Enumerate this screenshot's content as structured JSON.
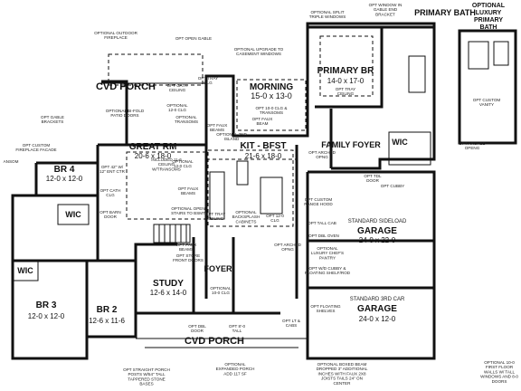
{
  "rooms": {
    "cvd_porch_top": "CVD PORCH",
    "cvd_porch_bottom": "CVD PORCH",
    "morning": {
      "name": "MORNING",
      "dim": "15-0 x 13-0"
    },
    "primary_br": {
      "name": "PRIMARY BR",
      "dim": "14-0 x 17-0"
    },
    "primary_bath": "PRIMARY BATH",
    "luxury_bath": "OPTIONAL LUXURY PRIMARY BATH",
    "great_rm": {
      "name": "GREAT RM",
      "dim": "20-6 x 18-0"
    },
    "kit_bfst": {
      "name": "KIT - BFST",
      "dim": "21-6 x 18-0"
    },
    "family_foyer": "FAMILY FOYER",
    "wic_primary": "WIC",
    "br4": {
      "name": "BR 4",
      "dim": "12-0 x 12-0"
    },
    "wic_br4": "WIC",
    "wic_left": "WIC",
    "study": {
      "name": "STUDY",
      "dim": "12-6 x 14-0"
    },
    "foyer": "FOYER",
    "br3": {
      "name": "BR 3",
      "dim": "12-0 x 12-0"
    },
    "br2": {
      "name": "BR 2",
      "dim": "12-6 x 11-6"
    },
    "garage_top": {
      "type": "STANDARD SIDELOAD",
      "name": "GARAGE",
      "dim": "24-0 x 22-0"
    },
    "garage_bottom": {
      "type": "STANDARD 3RD CAR",
      "name": "GARAGE",
      "dim": "24-0 x 12-0"
    }
  },
  "notes": {
    "outdoor_fireplace": "OPTIONAL OUTDOOR FIREPLACE",
    "opt_open_gable": "OPT OPEN GABLE",
    "opt_upgrade_casement": "OPTIONAL UPGRADE TO CASEMENT WINDOWS",
    "opt_split_triple": "OPTIONAL SPLIT TRIPLE WINDOWS",
    "opt_window_gable": "OPT WINDOW IN GABLE END BRACKET",
    "opt_tray_clg_morning": "OPT TRAY CLG",
    "opt_clg_transoms": "OPT 10-0 CLG & TRANSOMS",
    "opt_faux_beam_top": "OPT FAUX BEAM",
    "opt_cath_ceiling": "OPT CATH CEILING",
    "optional_12_clg": "OPTIONAL 12-0 CLG",
    "optional_bifold": "OPTIONAL BI-FOLD PATIO DOORS",
    "optional_transoms": "OPTIONAL TRANSOMS",
    "opt_faux_beams_mid": "OPT FAUX BEAMS",
    "opt_gable_brackets": "OPT GABLE BRACKETS",
    "opt_custom_fireplace": "OPT CUSTOM FIREPLACE FACADE",
    "optional_2nd_island": "OPTIONAL 2ND ISLAND",
    "opt_tray_ceiling_primary": "OPT TRAY CEILING",
    "opt_arched_opng": "OPT ARCHED OPNG",
    "opt_tdl_door": "OPT TDL DOOR",
    "opt_cubby": "OPT CUBBY",
    "opt_ent_center": "OPT 42\" W/ 12\" ENT CTR",
    "included_clg": "INCLUDED 11-6 CEILING W/TRANSOMS",
    "optional_12_clg_2": "OPTIONAL 12-0 CLG",
    "opt_cath_clg": "OPT CATH CLG",
    "opt_faux_beams_3": "OPT FAUX BEAMS",
    "opt_barn_door": "OPT BARN DOOR",
    "optional_stairs": "OPTIONAL OPEN STAIRS TO BSMT",
    "opt_tray_ceiling": "OPT TRAY CEILING",
    "opt_custom_range": "OPT CUSTOM RANGE HOOD",
    "opt_tall_cab": "OPT TALL CAB",
    "opt_dbl_oven": "OPT DBL OVEN",
    "opt_luxury_pantry": "OPTIONAL LUXURY CHEF'S PANTRY",
    "opt_backsplash": "OPTIONAL BACKSPLASH CABINETS",
    "opt_12_clg_kit": "OPT 12-0 CLG",
    "opt_faux_beams_4": "OPT FAUX BEAMS",
    "opt_store_front": "OPT STORE FRONT DOORS",
    "opt_arched_opng_2": "OPT ARCHED OPNG",
    "opt_wd_cubby": "OPT W/D CUBBY & FLOATING SHELF/ROD",
    "opt_floating_shelves": "OPT FLOATING SHELVES",
    "optional_10_clg": "OPTIONAL 10-0 CLG",
    "opt_dbl_door": "OPT DBL DOOR",
    "opt_8_tall": "OPT 8'-0 TALL",
    "opt_lt_cabs": "OPT LT & CABS",
    "opt_straight_porch": "OPT STRAIGHT PORCH POSTS W/54\" TALL TAPPERED STONE BASES",
    "optional_expanded_porch": "OPTIONAL EXPANDED PORCH ADD 117 SF",
    "opt_boxed_beam": "OPTIONAL BOXED BEAM DROPPED 3\" ADDITIONAL INCHES WITH FAUX 2X8 JOISTS TAILS 24\" ON CENTER",
    "optional_10_first": "OPTIONAL 10-0 FIRST FLOOR WALLS W/ TALL WINDOWS AND 8-0 DOORS",
    "opt_arched_opng_bath": "OPT ARCHED OPENG",
    "opt_custom_vanity": "OPT CUSTOM VANITY",
    "opt_fireplace_facade_left": "ANSOM"
  }
}
